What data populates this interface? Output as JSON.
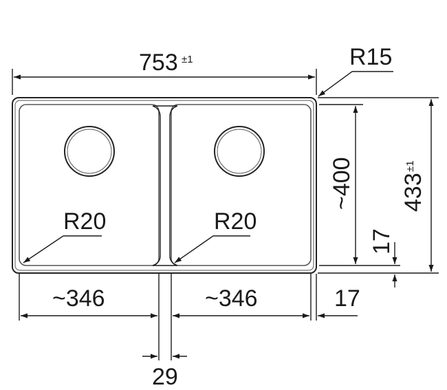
{
  "dimensions": {
    "total_width": "753",
    "total_width_tol": "±1",
    "corner_radius_outer": "R15",
    "total_height": "433",
    "total_height_tol": "±1",
    "bowl_height": "~400",
    "bottom_margin_vertical": "17",
    "bowl_width_left": "~346",
    "bowl_width_right": "~346",
    "side_margin": "17",
    "divider_width": "29",
    "corner_radius_left_bowl": "R20",
    "corner_radius_right_bowl": "R20"
  }
}
